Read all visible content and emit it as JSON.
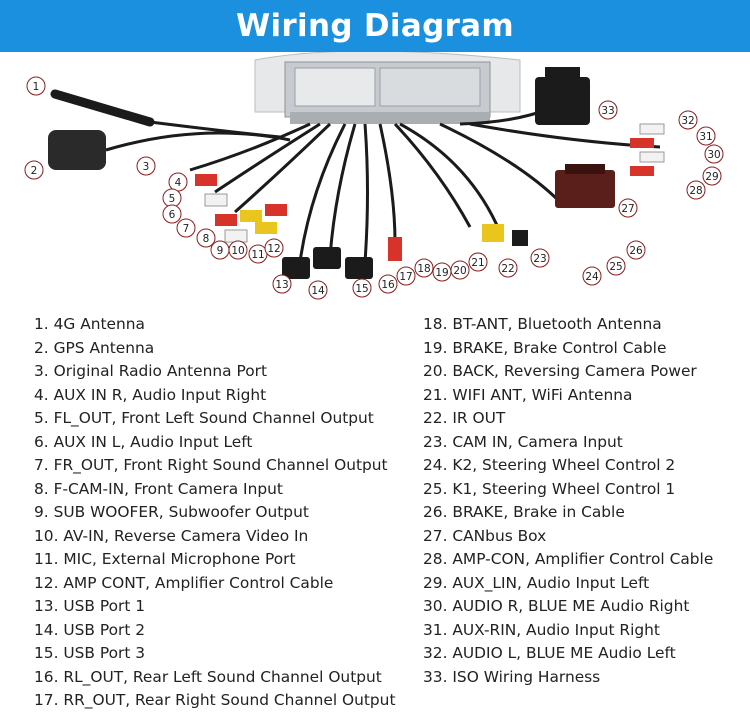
{
  "header": {
    "title": "Wiring Diagram",
    "background": "#1a90de"
  },
  "diagram": {
    "callouts": [
      "1",
      "2",
      "3",
      "4",
      "5",
      "6",
      "7",
      "8",
      "9",
      "10",
      "11",
      "12",
      "13",
      "14",
      "15",
      "16",
      "17",
      "18",
      "19",
      "20",
      "21",
      "22",
      "23",
      "24",
      "25",
      "26",
      "27",
      "28",
      "29",
      "30",
      "31",
      "32",
      "33"
    ],
    "colors": {
      "unit_body": "#c7cbd0",
      "cable_black": "#1b1b1b",
      "rca_red": "#d8332b",
      "rca_white": "#f2f2f2",
      "rca_yellow": "#e9c51d",
      "canbus_box": "#5a1e1b",
      "callout_border": "#8a1c1c"
    }
  },
  "legend": {
    "left": [
      {
        "num": "1.",
        "text": "4G Antenna"
      },
      {
        "num": "2.",
        "text": "GPS Antenna"
      },
      {
        "num": "3.",
        "text": "Original Radio Antenna Port"
      },
      {
        "num": "4.",
        "text": "AUX IN R, Audio Input Right"
      },
      {
        "num": "5.",
        "text": "FL_OUT, Front Left Sound Channel Output"
      },
      {
        "num": "6.",
        "text": "AUX IN L, Audio Input Left"
      },
      {
        "num": "7.",
        "text": "FR_OUT, Front Right Sound Channel Output"
      },
      {
        "num": "8.",
        "text": "F-CAM-IN, Front Camera Input"
      },
      {
        "num": "9.",
        "text": "SUB WOOFER, Subwoofer Output"
      },
      {
        "num": "10.",
        "text": "AV-IN, Reverse Camera Video In"
      },
      {
        "num": "11.",
        "text": "MIC, External Microphone Port"
      },
      {
        "num": "12.",
        "text": "AMP CONT, Amplifier Control Cable"
      },
      {
        "num": "13.",
        "text": "USB Port 1"
      },
      {
        "num": "14.",
        "text": "USB Port 2"
      },
      {
        "num": "15.",
        "text": "USB Port 3"
      },
      {
        "num": "16.",
        "text": "RL_OUT, Rear Left Sound Channel Output"
      },
      {
        "num": "17.",
        "text": "RR_OUT, Rear Right Sound Channel Output"
      }
    ],
    "right": [
      {
        "num": "18.",
        "text": "BT-ANT, Bluetooth Antenna"
      },
      {
        "num": "19.",
        "text": "BRAKE, Brake Control Cable"
      },
      {
        "num": "20.",
        "text": "BACK, Reversing Camera Power"
      },
      {
        "num": "21.",
        "text": "WIFI ANT, WiFi Antenna"
      },
      {
        "num": "22.",
        "text": "IR OUT"
      },
      {
        "num": "23.",
        "text": "CAM IN, Camera Input"
      },
      {
        "num": "24.",
        "text": "K2, Steering Wheel Control 2"
      },
      {
        "num": "25.",
        "text": "K1, Steering Wheel Control 1"
      },
      {
        "num": "26.",
        "text": "BRAKE, Brake in Cable"
      },
      {
        "num": "27.",
        "text": "CANbus Box"
      },
      {
        "num": "28.",
        "text": "AMP-CON, Amplifier Control Cable"
      },
      {
        "num": "29.",
        "text": "AUX_LIN, Audio Input Left"
      },
      {
        "num": "30.",
        "text": "AUDIO R, BLUE ME Audio Right"
      },
      {
        "num": "31.",
        "text": "AUX-RIN, Audio Input Right"
      },
      {
        "num": "32.",
        "text": "AUDIO L, BLUE ME Audio Left"
      },
      {
        "num": "33.",
        "text": "ISO Wiring Harness"
      }
    ]
  }
}
